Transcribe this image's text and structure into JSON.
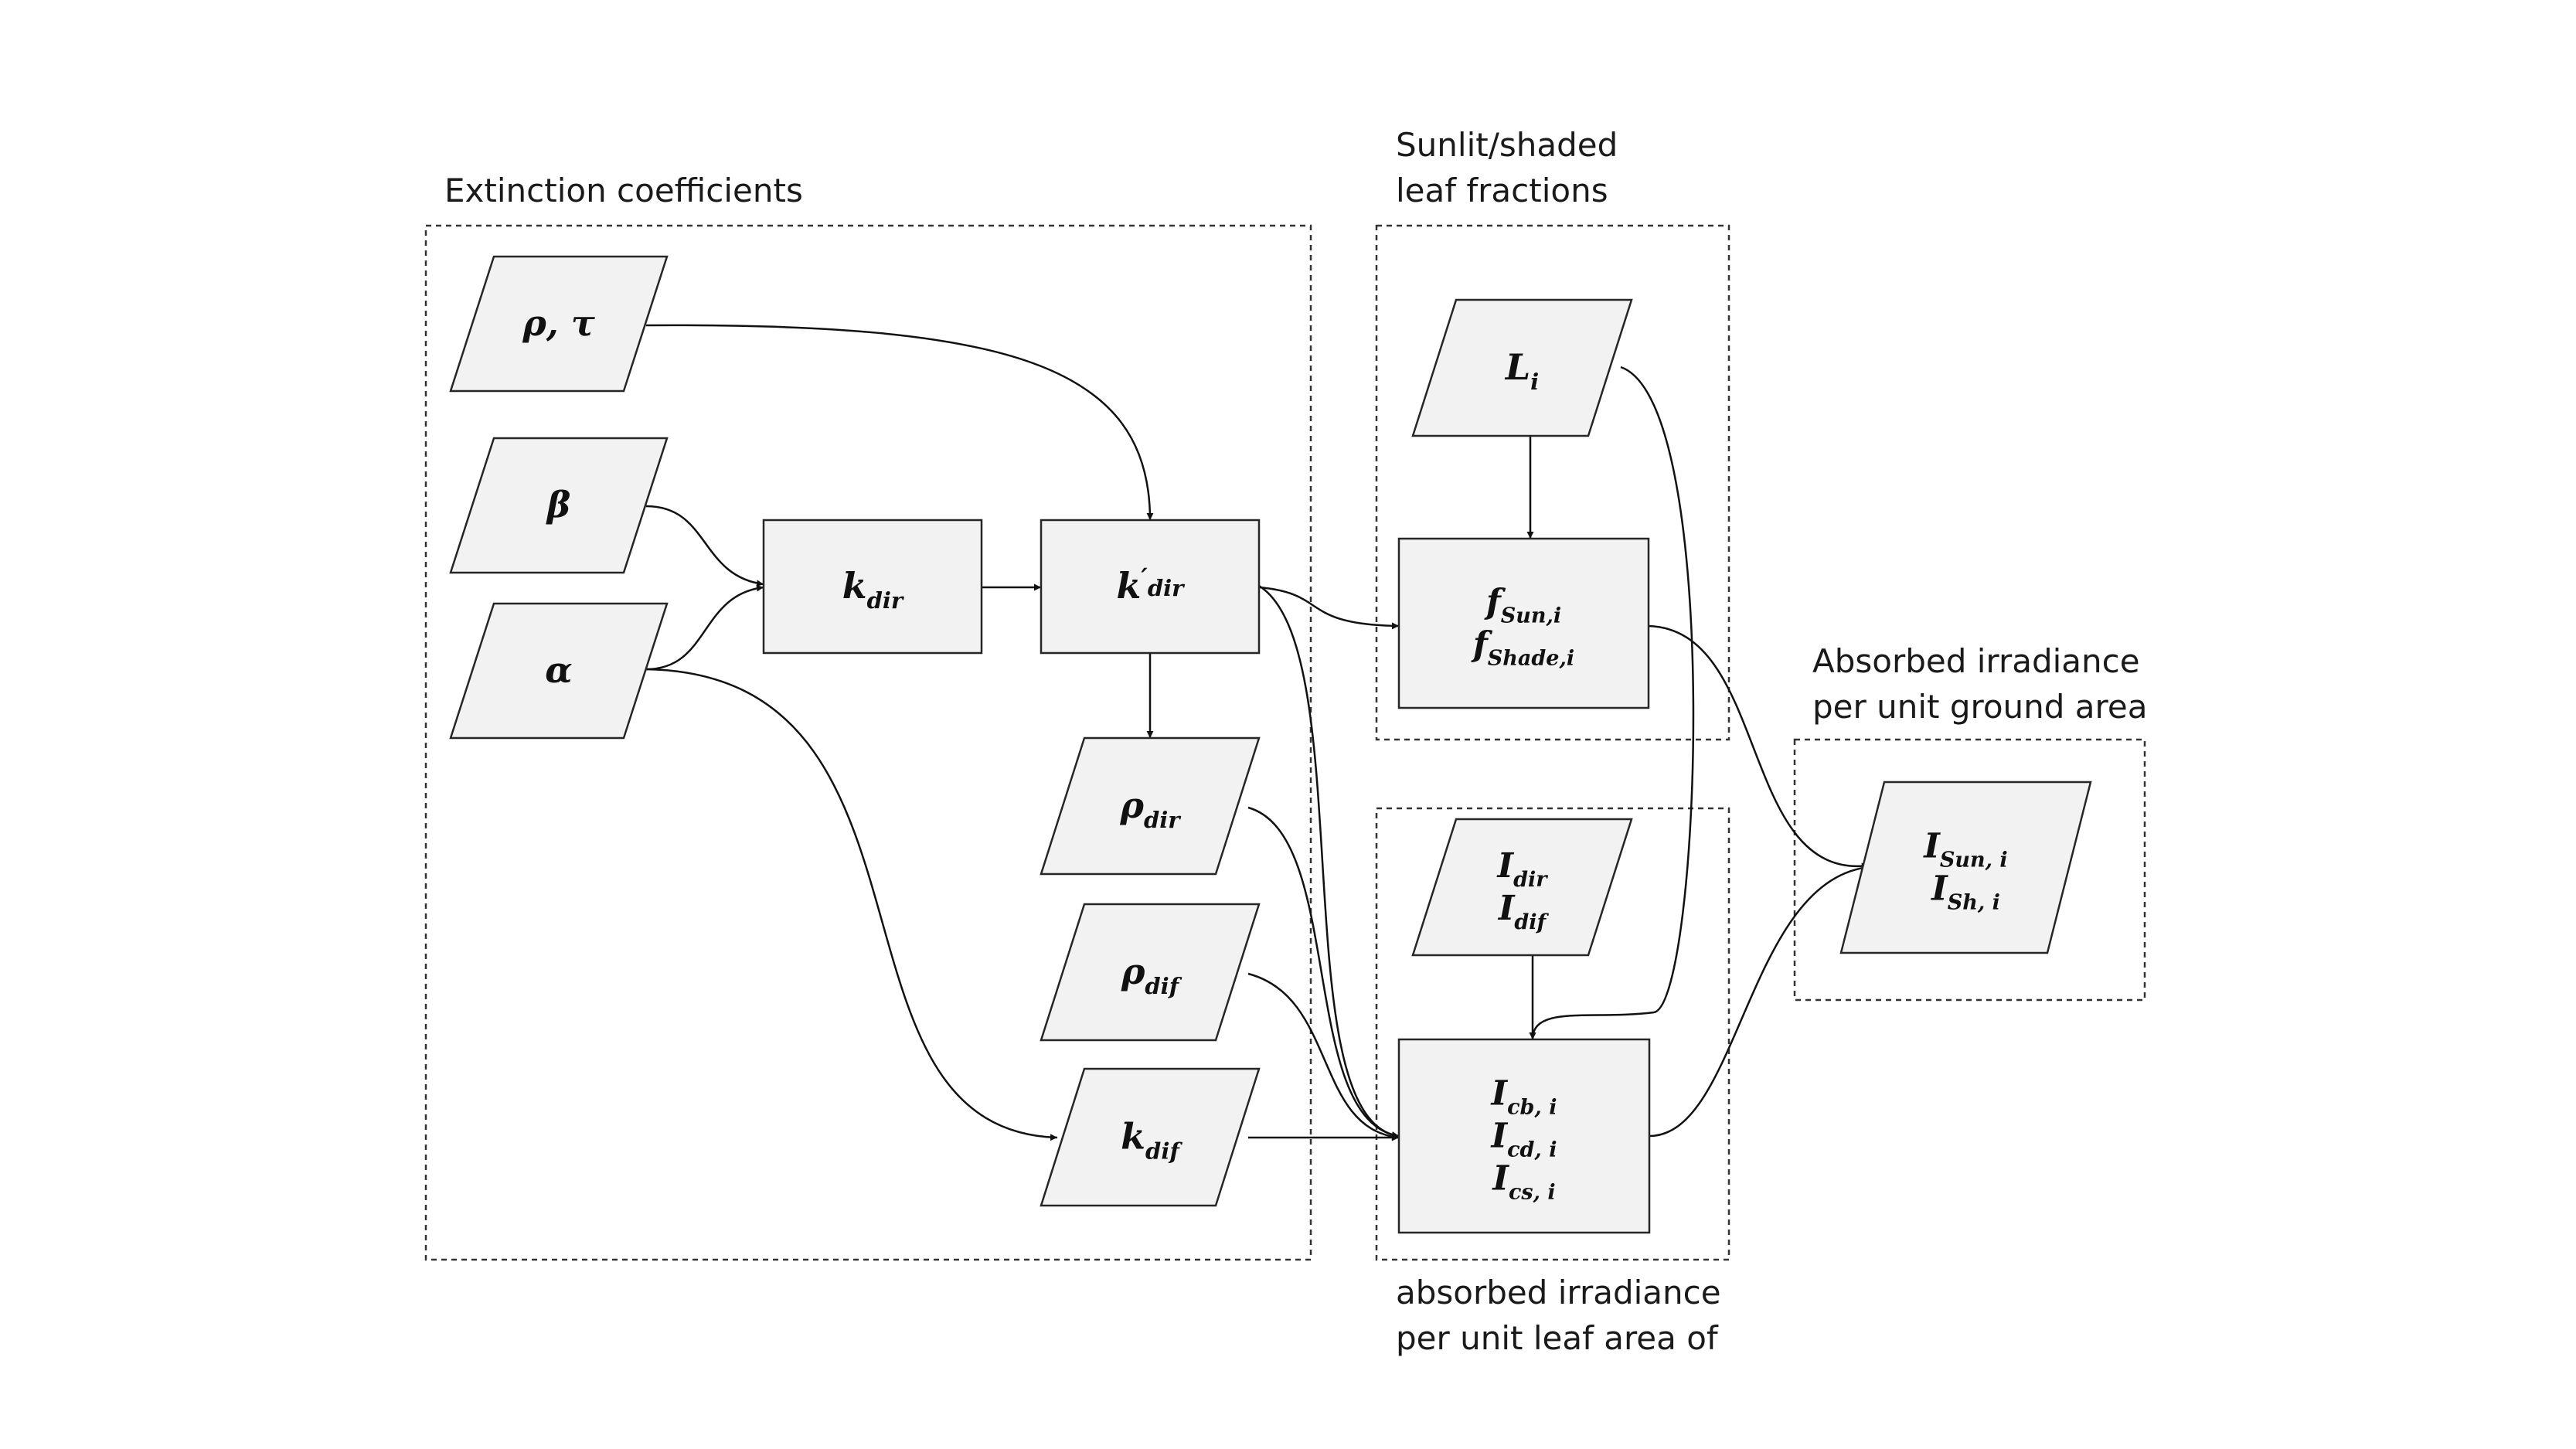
{
  "groups": {
    "extinction": {
      "label": "Extinction coefficients"
    },
    "sunlit": {
      "label_lines": [
        "Sunlit/shaded",
        "leaf fractions"
      ]
    },
    "absorbed_leaf": {
      "label_lines": [
        "absorbed irradiance",
        "per unit leaf area of"
      ]
    },
    "absorbed_ground": {
      "label_lines": [
        "Absorbed irradiance",
        "per unit ground area"
      ]
    }
  },
  "nodes": {
    "rho_tau": {
      "shape": "parallelogram",
      "lines": [
        [
          {
            "t": "ρ, τ"
          }
        ]
      ]
    },
    "beta": {
      "shape": "parallelogram",
      "lines": [
        [
          {
            "t": "β"
          }
        ]
      ]
    },
    "alpha": {
      "shape": "parallelogram",
      "lines": [
        [
          {
            "t": "α"
          }
        ]
      ]
    },
    "k_dir": {
      "shape": "rectangle",
      "lines": [
        [
          {
            "t": "k"
          },
          {
            "t": "dir",
            "sub": true
          }
        ]
      ]
    },
    "k_dir_prime": {
      "shape": "rectangle",
      "lines": [
        [
          {
            "t": "k"
          },
          {
            "t": "′",
            "sup": true
          },
          {
            "t": "dir",
            "sub": true
          }
        ]
      ]
    },
    "rho_dir": {
      "shape": "parallelogram",
      "lines": [
        [
          {
            "t": "ρ"
          },
          {
            "t": "dir",
            "sub": true
          }
        ]
      ]
    },
    "rho_dif": {
      "shape": "parallelogram",
      "lines": [
        [
          {
            "t": "ρ"
          },
          {
            "t": "dif",
            "sub": true
          }
        ]
      ]
    },
    "k_dif": {
      "shape": "parallelogram",
      "lines": [
        [
          {
            "t": "k"
          },
          {
            "t": "dif",
            "sub": true
          }
        ]
      ]
    },
    "L_i": {
      "shape": "parallelogram",
      "lines": [
        [
          {
            "t": "L"
          },
          {
            "t": "i",
            "sub": true
          }
        ]
      ]
    },
    "f_sun_shade": {
      "shape": "rectangle",
      "lines": [
        [
          {
            "t": "f"
          },
          {
            "t": "Sun,i",
            "sub": true
          }
        ],
        [
          {
            "t": "f"
          },
          {
            "t": "Shade,i",
            "sub": true
          }
        ]
      ]
    },
    "I_dir_dif": {
      "shape": "parallelogram",
      "lines": [
        [
          {
            "t": "I"
          },
          {
            "t": "dir",
            "sub": true
          }
        ],
        [
          {
            "t": "I"
          },
          {
            "t": "dif",
            "sub": true
          }
        ]
      ]
    },
    "I_c": {
      "shape": "rectangle",
      "lines": [
        [
          {
            "t": "I"
          },
          {
            "t": "cb, i",
            "sub": true
          }
        ],
        [
          {
            "t": "I"
          },
          {
            "t": "cd, i",
            "sub": true
          }
        ],
        [
          {
            "t": "I"
          },
          {
            "t": "cs, i",
            "sub": true
          }
        ]
      ]
    },
    "I_sun_sh": {
      "shape": "parallelogram",
      "lines": [
        [
          {
            "t": "I"
          },
          {
            "t": "Sun, i",
            "sub": true
          }
        ],
        [
          {
            "t": "I"
          },
          {
            "t": "Sh, i",
            "sub": true
          }
        ]
      ]
    }
  },
  "edges": [
    {
      "from": "rho_tau",
      "to": "k_dir_prime"
    },
    {
      "from": "beta",
      "to": "k_dir"
    },
    {
      "from": "alpha",
      "to": "k_dir"
    },
    {
      "from": "alpha",
      "to": "k_dif"
    },
    {
      "from": "k_dir",
      "to": "k_dir_prime"
    },
    {
      "from": "k_dir_prime",
      "to": "rho_dir"
    },
    {
      "from": "k_dir_prime",
      "to": "f_sun_shade"
    },
    {
      "from": "k_dir_prime",
      "to": "I_c"
    },
    {
      "from": "rho_dir",
      "to": "I_c"
    },
    {
      "from": "rho_dif",
      "to": "I_c"
    },
    {
      "from": "k_dif",
      "to": "I_c"
    },
    {
      "from": "L_i",
      "to": "f_sun_shade"
    },
    {
      "from": "L_i",
      "to": "I_c"
    },
    {
      "from": "I_dir_dif",
      "to": "I_c"
    },
    {
      "from": "f_sun_shade",
      "to": "I_sun_sh"
    },
    {
      "from": "I_c",
      "to": "I_sun_sh"
    }
  ]
}
